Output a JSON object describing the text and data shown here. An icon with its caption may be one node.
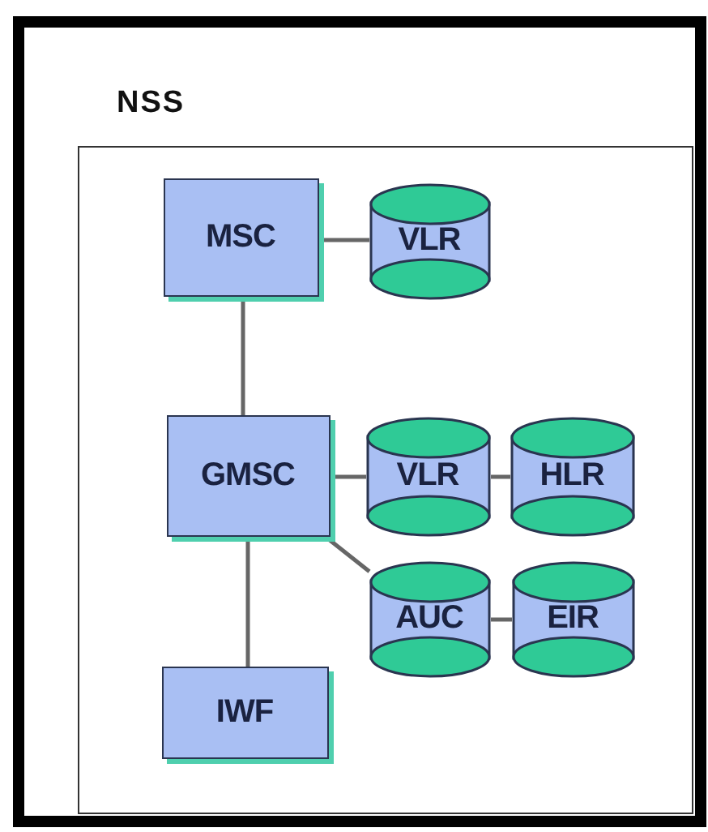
{
  "diagram": {
    "nodes": [
      {
        "text": [
          "NSS"
        ]
      },
      {
        "text": [],
        "shape": "box",
        "in": 0
      },
      {
        "text": [
          "MSC"
        ],
        "in": 1
      },
      {
        "text": [
          "VLR"
        ],
        "in": 1
      },
      {
        "text": [
          "GMSC"
        ],
        "in": 1
      },
      {
        "text": [
          "VLR"
        ],
        "in": 1
      },
      {
        "text": [
          "HLR"
        ],
        "in": 1
      },
      {
        "text": [
          "AUC"
        ],
        "in": 1
      },
      {
        "text": [
          "EIR"
        ],
        "in": 1
      },
      {
        "text": [
          "IWF"
        ],
        "in": 1
      }
    ],
    "edges": [
      {
        "from": 2,
        "to": 3,
        "arrow": "none"
      },
      {
        "from": 2,
        "to": 4,
        "arrow": "none"
      },
      {
        "from": 4,
        "to": 5,
        "arrow": "none"
      },
      {
        "from": 5,
        "to": 6,
        "arrow": "none"
      },
      {
        "from": 4,
        "to": 7,
        "arrow": "none"
      },
      {
        "from": 7,
        "to": 8,
        "arrow": "none"
      },
      {
        "from": 4,
        "to": 9,
        "arrow": "none"
      }
    ]
  }
}
